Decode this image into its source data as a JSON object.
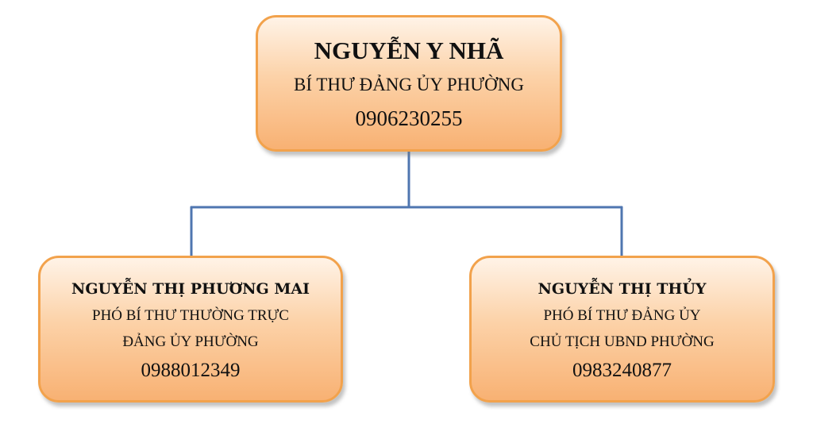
{
  "colors": {
    "connector": "#4f76b0",
    "box_border": "#f2a24c",
    "box_fill_top": "#fff3e7",
    "box_fill_bottom": "#f8b173"
  },
  "top": {
    "name": "NGUYỄN Y NHÃ",
    "role": "BÍ THƯ ĐẢNG ỦY PHƯỜNG",
    "phone": "0906230255"
  },
  "left": {
    "name": "NGUYỄN THỊ PHƯƠNG MAI",
    "role_line1": "PHÓ BÍ THƯ THƯỜNG TRỰC",
    "role_line2": "ĐẢNG ỦY PHƯỜNG",
    "phone": "0988012349"
  },
  "right": {
    "name": "NGUYỄN THỊ THỦY",
    "role_line1": "PHÓ BÍ THƯ ĐẢNG ỦY",
    "role_line2": "CHỦ TỊCH UBND PHƯỜNG",
    "phone": "0983240877"
  }
}
